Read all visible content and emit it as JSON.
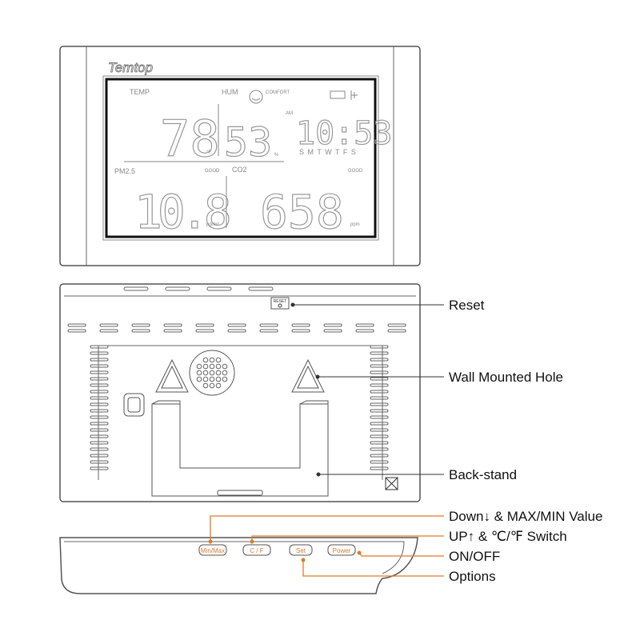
{
  "front": {
    "brand": "Temtop",
    "lcd": {
      "temp_label": "TEMP",
      "hum_label": "HUM",
      "comfort_label": "COMFORT",
      "temp_value": "78",
      "temp_unit": "°F",
      "hum_value": "53",
      "hum_unit": "%",
      "ampm": "AM",
      "time": "10:53",
      "weekdays": "S M T W T F S",
      "pm25_label": "PM2.5",
      "pm25_status": "GOOD",
      "pm25_value": "10.8",
      "pm25_unit": "µg/m³",
      "co2_label": "CO2",
      "co2_status": "GOOD",
      "co2_value": "658",
      "co2_unit": "ppm"
    }
  },
  "back": {
    "reset_button": "RESET",
    "callouts": {
      "reset": "Reset",
      "wall_hole": "Wall Mounted Hole",
      "back_stand": "Back-stand"
    }
  },
  "bottom": {
    "buttons": [
      "Min/Max",
      "C / F",
      "Set",
      "Power"
    ],
    "callouts": {
      "minmax": "Down↓ & MAX/MIN Value",
      "cf": "UP↑ &  ℃/℉ Switch",
      "power": "ON/OFF",
      "set": "Options"
    }
  },
  "colors": {
    "accent": "#e07a2a",
    "outline": "#555555"
  }
}
